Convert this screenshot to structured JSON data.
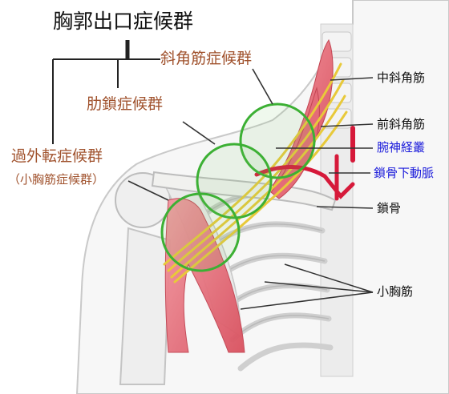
{
  "title": "胸郭出口症候群",
  "syndromes": {
    "scalene": "斜角筋症候群",
    "costoclavicular": "肋鎖症候群",
    "hyperabduction": "過外転症候群",
    "hyperabduction_alias": "（小胸筋症候群）"
  },
  "anatomy": {
    "middle_scalene": "中斜角筋",
    "anterior_scalene": "前斜角筋",
    "brachial_plexus": "腕神経叢",
    "subclavian_artery": "鎖骨下動脈",
    "clavicle": "鎖骨",
    "pectoralis_minor": "小胸筋"
  },
  "colors": {
    "syndrome_text": "#a0522d",
    "nerve_artery_text": "#1a1adb",
    "compression_circle": "#3cb034",
    "muscle": "#e8707c",
    "nerve": "#e8c93a",
    "artery": "#d6193a",
    "bone": "#f3f3f1"
  }
}
